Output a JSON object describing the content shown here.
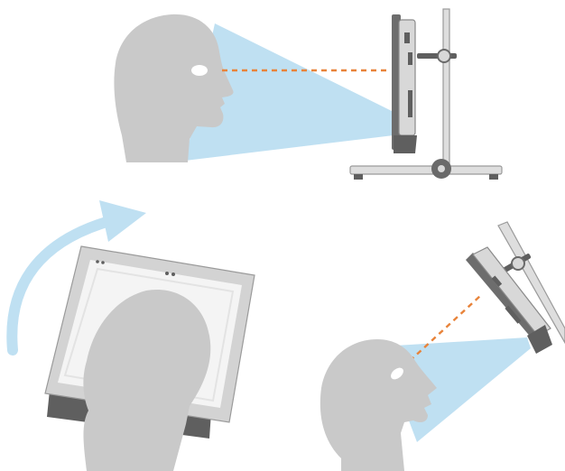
{
  "colors": {
    "background": "#ffffff",
    "head": "#c9c9c9",
    "head_shadow": "#b3b3b3",
    "eye": "#ffffff",
    "view_cone": "#bfe0f2",
    "arrow": "#bfe0f2",
    "sight_line": "#e8833a",
    "monitor_body": "#d8d8d8",
    "monitor_dark": "#5f5f5f",
    "monitor_outline": "#8a8a8a",
    "stand_bar": "#cfcfcf",
    "stand_outline": "#9a9a9a",
    "screen_bezel": "#d3d3d3",
    "screen_face": "#f4f4f4",
    "screen_border": "#e6e6e6"
  },
  "scenes": [
    {
      "id": "side-view",
      "icons": [
        "head-profile-icon",
        "eye-icon",
        "view-cone",
        "sight-line",
        "side-monitor-icon",
        "monitor-stand-icon"
      ]
    },
    {
      "id": "rotate-view",
      "icons": [
        "rotate-arrow-icon",
        "front-monitor-icon",
        "head-back-icon"
      ]
    },
    {
      "id": "angled-view",
      "icons": [
        "head-tilted-icon",
        "eye-icon",
        "view-cone",
        "sight-line",
        "angled-monitor-icon",
        "angled-pole"
      ]
    }
  ]
}
